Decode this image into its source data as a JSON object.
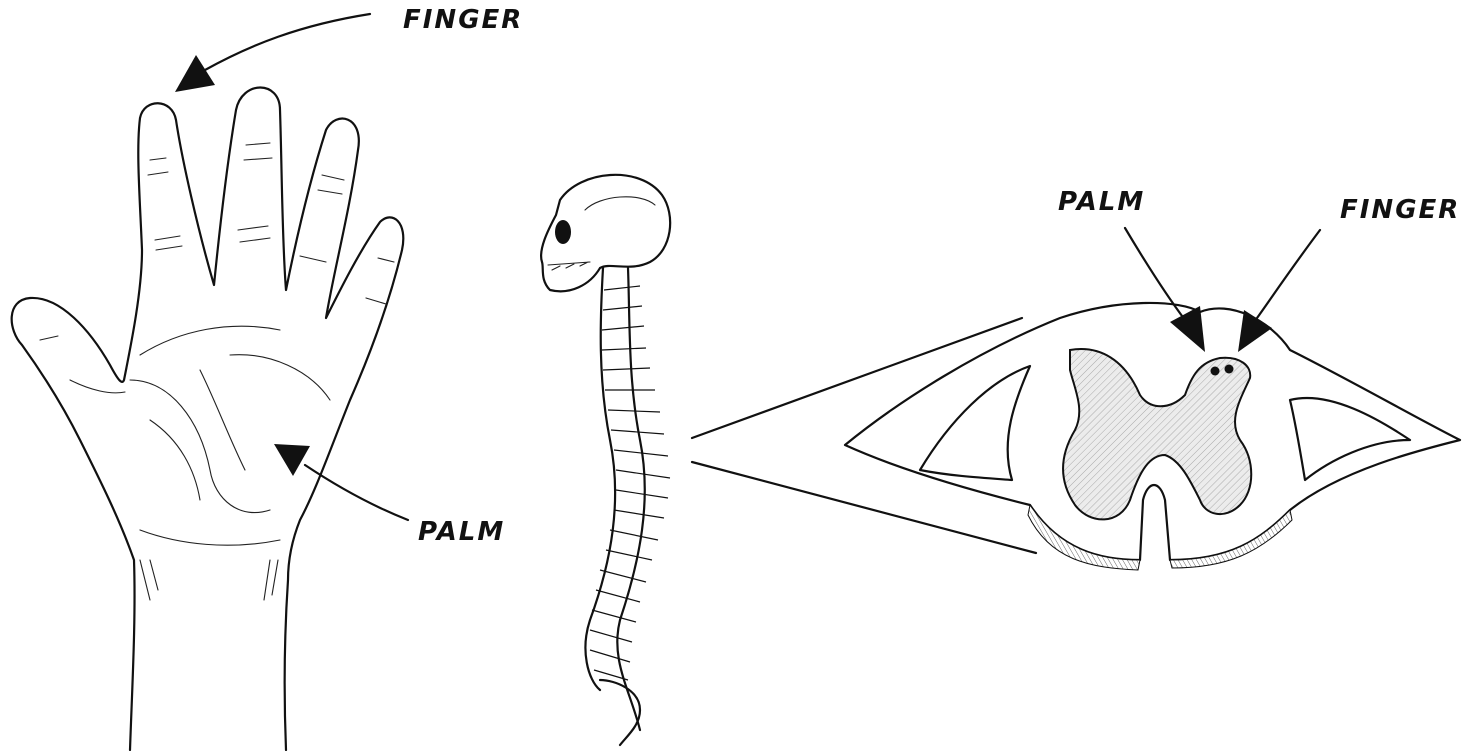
{
  "hand": {
    "finger_label": "FINGER",
    "palm_label": "PALM"
  },
  "spinal_cord": {
    "palm_label": "PALM",
    "finger_label": "FINGER"
  },
  "colors": {
    "ink": "#111111",
    "background": "#ffffff",
    "gray_matter_fill": "#e6e6e6"
  }
}
